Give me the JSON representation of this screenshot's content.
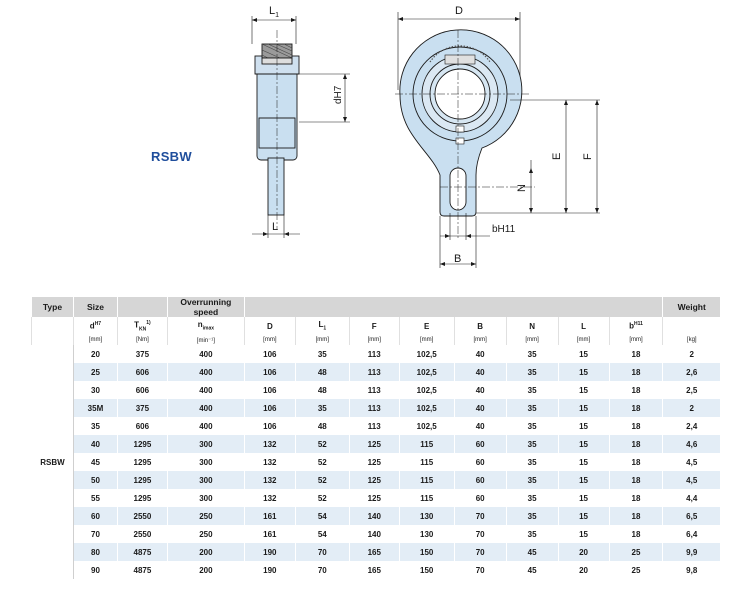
{
  "product": "RSBW",
  "drawing_labels": {
    "L1": "L",
    "L1_sub": "1",
    "D": "D",
    "dH7": "dH7",
    "E": "E",
    "F": "F",
    "N": "N",
    "L": "L",
    "bH11": "bH11",
    "B": "B"
  },
  "table": {
    "header1": {
      "type": "Type",
      "size": "Size",
      "overrunning": "Overrunning speed",
      "weight": "Weight"
    },
    "columns": [
      {
        "label": "d",
        "sup": "H7",
        "sub": "",
        "unit": "[mm]"
      },
      {
        "label": "T",
        "sup": "1)",
        "sub": "KN",
        "unit": "[Nm]"
      },
      {
        "label": "n",
        "sup": "",
        "sub": "imax",
        "unit": "[min⁻¹]"
      },
      {
        "label": "D",
        "sup": "",
        "sub": "",
        "unit": "[mm]"
      },
      {
        "label": "L",
        "sup": "",
        "sub": "1",
        "unit": "[mm]"
      },
      {
        "label": "F",
        "sup": "",
        "sub": "",
        "unit": "[mm]"
      },
      {
        "label": "E",
        "sup": "",
        "sub": "",
        "unit": "[mm]"
      },
      {
        "label": "B",
        "sup": "",
        "sub": "",
        "unit": "[mm]"
      },
      {
        "label": "N",
        "sup": "",
        "sub": "",
        "unit": "[mm]"
      },
      {
        "label": "L",
        "sup": "",
        "sub": "",
        "unit": "[mm]"
      },
      {
        "label": "b",
        "sup": "H11",
        "sub": "",
        "unit": "[mm]"
      },
      {
        "label": "",
        "sup": "",
        "sub": "",
        "unit": "[kg]"
      }
    ],
    "type_value": "RSBW",
    "rows": [
      [
        "20",
        "375",
        "400",
        "106",
        "35",
        "113",
        "102,5",
        "40",
        "35",
        "15",
        "18",
        "2"
      ],
      [
        "25",
        "606",
        "400",
        "106",
        "48",
        "113",
        "102,5",
        "40",
        "35",
        "15",
        "18",
        "2,6"
      ],
      [
        "30",
        "606",
        "400",
        "106",
        "48",
        "113",
        "102,5",
        "40",
        "35",
        "15",
        "18",
        "2,5"
      ],
      [
        "35M",
        "375",
        "400",
        "106",
        "35",
        "113",
        "102,5",
        "40",
        "35",
        "15",
        "18",
        "2"
      ],
      [
        "35",
        "606",
        "400",
        "106",
        "48",
        "113",
        "102,5",
        "40",
        "35",
        "15",
        "18",
        "2,4"
      ],
      [
        "40",
        "1295",
        "300",
        "132",
        "52",
        "125",
        "115",
        "60",
        "35",
        "15",
        "18",
        "4,6"
      ],
      [
        "45",
        "1295",
        "300",
        "132",
        "52",
        "125",
        "115",
        "60",
        "35",
        "15",
        "18",
        "4,5"
      ],
      [
        "50",
        "1295",
        "300",
        "132",
        "52",
        "125",
        "115",
        "60",
        "35",
        "15",
        "18",
        "4,5"
      ],
      [
        "55",
        "1295",
        "300",
        "132",
        "52",
        "125",
        "115",
        "60",
        "35",
        "15",
        "18",
        "4,4"
      ],
      [
        "60",
        "2550",
        "250",
        "161",
        "54",
        "140",
        "130",
        "70",
        "35",
        "15",
        "18",
        "6,5"
      ],
      [
        "70",
        "2550",
        "250",
        "161",
        "54",
        "140",
        "130",
        "70",
        "35",
        "15",
        "18",
        "6,4"
      ],
      [
        "80",
        "4875",
        "200",
        "190",
        "70",
        "165",
        "150",
        "70",
        "45",
        "20",
        "25",
        "9,9"
      ],
      [
        "90",
        "4875",
        "200",
        "190",
        "70",
        "165",
        "150",
        "70",
        "45",
        "20",
        "25",
        "9,8"
      ]
    ]
  }
}
